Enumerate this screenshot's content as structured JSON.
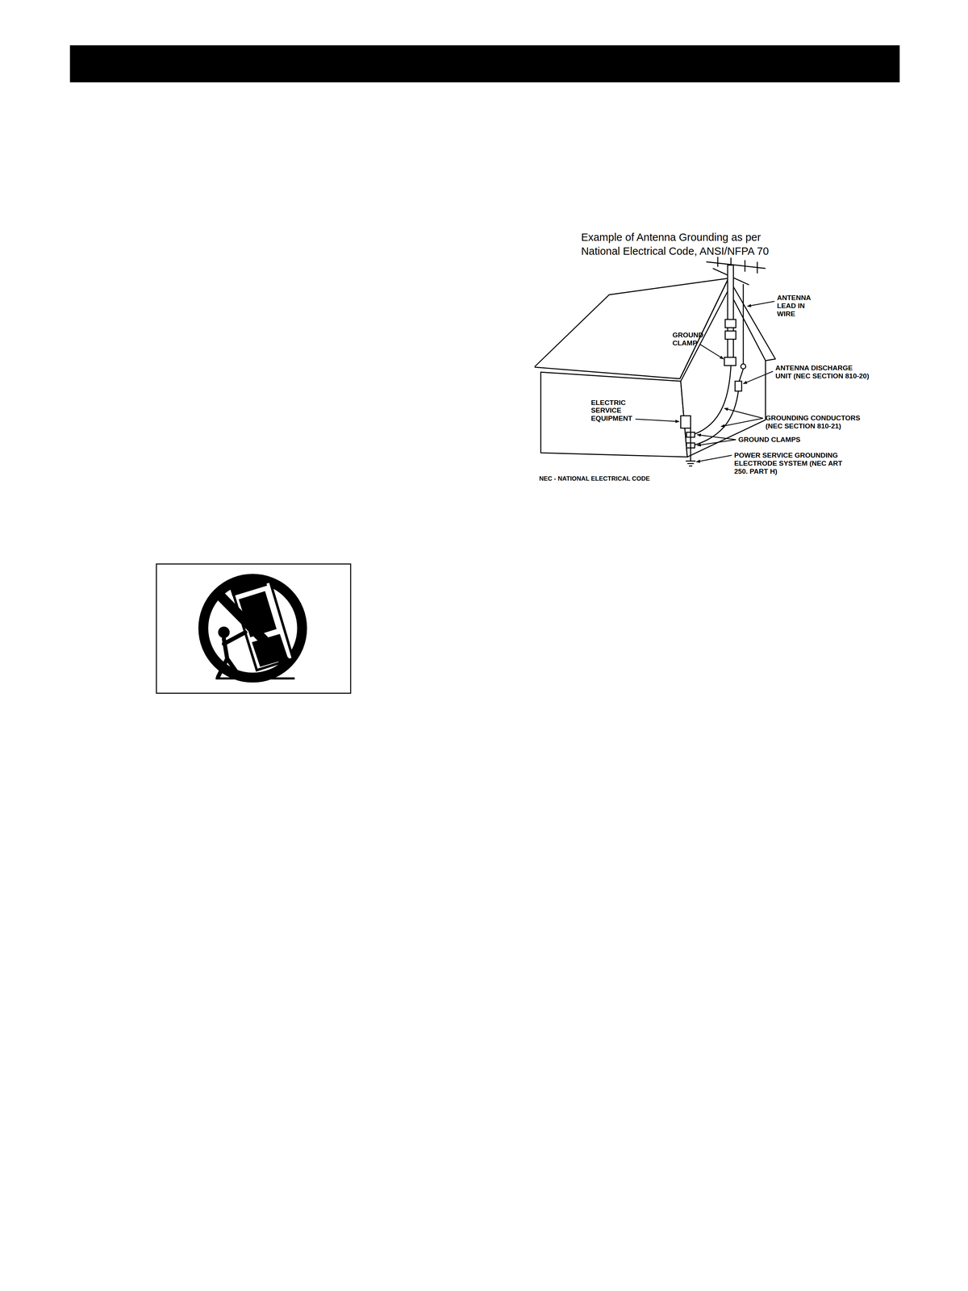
{
  "diagram": {
    "title": "Example of Antenna Grounding as per National Electrical Code, ANSI/NFPA 70",
    "labels": [
      "ANTENNA LEAD IN WIRE",
      "GROUND CLAMP",
      "ANTENNA DISCHARGE UNIT (NEC SECTION 810-20)",
      "ELECTRIC SERVICE EQUIPMENT",
      "GROUNDING CONDUCTORS (NEC SECTION 810-21)",
      "GROUND CLAMPS",
      "POWER SERVICE GROUNDING ELECTRODE SYSTEM (NEC ART 250. PART H)",
      "NEC - NATIONAL ELECTRICAL CODE"
    ]
  }
}
